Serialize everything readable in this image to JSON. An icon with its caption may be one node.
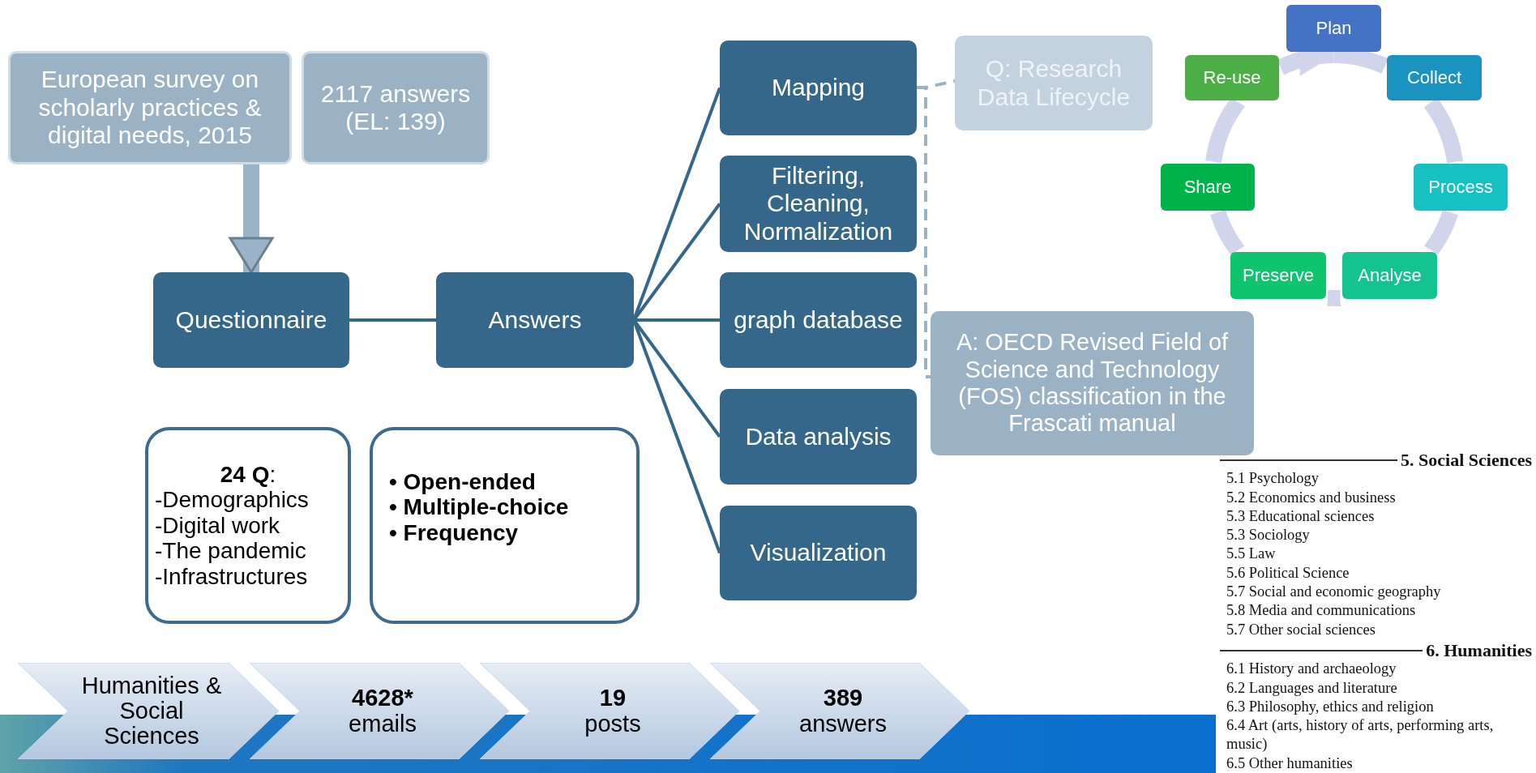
{
  "diagram": {
    "nodes": [
      {
        "text": [
          "European survey on scholarly practices & digital needs, 2015"
        ]
      },
      {
        "text": [
          "2117 answers (EL: 139)"
        ]
      },
      {
        "text": [
          "Questionnaire"
        ]
      },
      {
        "text": [
          "Answers"
        ]
      },
      {
        "text": [
          "Mapping"
        ]
      },
      {
        "text": [
          "Filtering, Cleaning, Normalization"
        ]
      },
      {
        "text": [
          "graph database"
        ]
      },
      {
        "text": [
          "Data analysis"
        ]
      },
      {
        "text": [
          "Visualization"
        ]
      },
      {
        "text": [
          "Q: Research Data Lifecycle"
        ]
      },
      {
        "text": [
          "A: OECD Revised Field of Science and Technology (FOS) classification in the Frascati manual"
        ]
      },
      {
        "text": [
          "Plan"
        ]
      },
      {
        "text": [
          "Collect"
        ]
      },
      {
        "text": [
          "Process"
        ]
      },
      {
        "text": [
          "Analyse"
        ]
      },
      {
        "text": [
          "Preserve"
        ]
      },
      {
        "text": [
          "Share"
        ]
      },
      {
        "text": [
          "Re-use"
        ]
      },
      {
        "text": [
          "**24 Q**:",
          "-Demographics",
          "-Digital work",
          "-The pandemic",
          "-Infrastructures"
        ]
      },
      {
        "text": [
          "• Open-ended",
          "• Multiple-choice",
          "• Frequency"
        ]
      },
      {
        "text": [
          "Humanities & Social Sciences"
        ]
      },
      {
        "text": [
          "4628*",
          "emails"
        ]
      },
      {
        "text": [
          "19",
          "posts"
        ]
      },
      {
        "text": [
          "389",
          "answers"
        ]
      }
    ],
    "edges": [
      {
        "from": 0,
        "to": 2,
        "arrow": "to",
        "style": "thick",
        "color": "#9ab3c8"
      },
      {
        "from": 2,
        "to": 3,
        "arrow": "none",
        "color": "#35678a"
      },
      {
        "from": 3,
        "to": 4,
        "arrow": "none",
        "color": "#35678a"
      },
      {
        "from": 3,
        "to": 5,
        "arrow": "none",
        "color": "#35678a"
      },
      {
        "from": 3,
        "to": 6,
        "arrow": "none",
        "color": "#35678a"
      },
      {
        "from": 3,
        "to": 7,
        "arrow": "none",
        "color": "#35678a"
      },
      {
        "from": 3,
        "to": 8,
        "arrow": "none",
        "color": "#35678a"
      },
      {
        "from": 4,
        "to": 9,
        "arrow": "none",
        "style": "dashed",
        "color": "#9bb2c5"
      },
      {
        "from": 4,
        "to": 10,
        "arrow": "none",
        "style": "dashed",
        "color": "#9bb2c5"
      },
      {
        "from": 11,
        "to": 12,
        "arrow": "none",
        "style": "thick",
        "color": "#d0d5ec"
      },
      {
        "from": 12,
        "to": 13,
        "arrow": "none",
        "style": "thick",
        "color": "#d0d5ec"
      },
      {
        "from": 13,
        "to": 14,
        "arrow": "none",
        "style": "thick",
        "color": "#d0d5ec"
      },
      {
        "from": 14,
        "to": 15,
        "arrow": "none",
        "style": "thick",
        "color": "#d0d5ec"
      },
      {
        "from": 15,
        "to": 16,
        "arrow": "none",
        "style": "thick",
        "color": "#d0d5ec"
      },
      {
        "from": 16,
        "to": 17,
        "arrow": "none",
        "style": "thick",
        "color": "#d0d5ec"
      },
      {
        "from": 17,
        "to": 11,
        "arrow": "to",
        "style": "thick",
        "color": "#d0d5ec"
      }
    ],
    "labels": [
      "5. Social Sciences",
      "5.1 Psychology",
      "5.2 Economics and business",
      "5.3 Educational sciences",
      "5.3 Sociology",
      "5.5 Law",
      "5.6 Political Science",
      "5.7 Social and economic geography",
      "5.8 Media and communications",
      "5.7 Other social sciences",
      "6. Humanities",
      "6.1 History and archaeology",
      "6.2 Languages and literature",
      "6.3 Philosophy, ethics and religion",
      "6.4 Art (arts, history of arts, performing arts, music)",
      "6.5 Other humanities"
    ]
  }
}
